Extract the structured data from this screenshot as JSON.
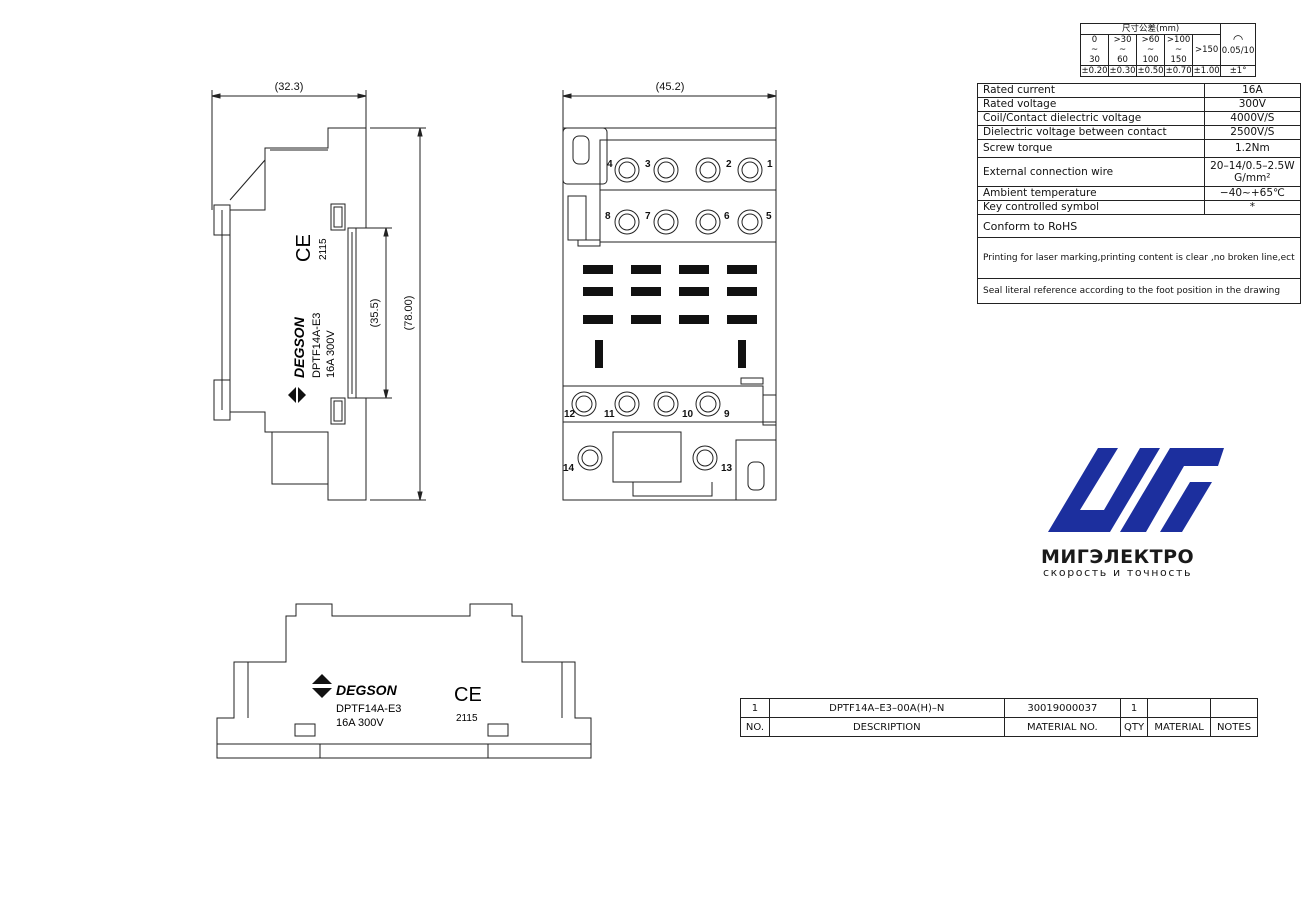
{
  "dimensions": {
    "side_width": "(32.3)",
    "front_width": "(45.2)",
    "inner_height": "(35.5)",
    "total_height": "(78.00)"
  },
  "device": {
    "brand": "DEGSON",
    "model": "DPTF14A-E3",
    "rating": "16A 300V",
    "ce_mark": "CE",
    "date_code": "2115"
  },
  "terminals": {
    "top_row1": [
      "4",
      "3",
      "2",
      "1"
    ],
    "top_row2": [
      "8",
      "7",
      "6",
      "5"
    ],
    "bottom_row1": [
      "12",
      "11",
      "10",
      "9"
    ],
    "bottom_row2": [
      "14",
      "13"
    ]
  },
  "tolerance": {
    "header": "尺寸公差(mm)",
    "ranges": [
      {
        "top": "0",
        "mid": "~",
        "bot": "30",
        "tol": "±0.20"
      },
      {
        "top": ">30",
        "mid": "~",
        "bot": "60",
        "tol": "±0.30"
      },
      {
        "top": ">60",
        "mid": "~",
        "bot": "100",
        "tol": "±0.50"
      },
      {
        "top": ">100",
        "mid": "~",
        "bot": "150",
        "tol": "±0.70"
      },
      {
        "top": ">150",
        "mid": "",
        "bot": "",
        "tol": "±1.00"
      }
    ],
    "flatness": "0.05/10",
    "angle": "±1°"
  },
  "specs": [
    {
      "label": "Rated  current",
      "value": "16A"
    },
    {
      "label": "Rated  voltage",
      "value": "300V"
    },
    {
      "label": "Coil/Contact  dielectric  voltage",
      "value": "4000V/S"
    },
    {
      "label": "Dielectric  voltage  between  contact",
      "value": "2500V/S"
    },
    {
      "label": "Screw  torque",
      "value": "1.2Nm"
    },
    {
      "label": "External  connection  wire",
      "value": "20–14/0.5–2.5W",
      "value2": "G/mm²"
    },
    {
      "label": "Ambient  temperature",
      "value": "−40~+65℃"
    },
    {
      "label": "Key  controlled  symbol",
      "value": "*"
    }
  ],
  "notes": {
    "rohs": "Conform  to  RoHS",
    "laser": "Printing for laser marking,printing content is clear ,no broken line,ect",
    "seal": "Seal literal reference according to the foot position in the drawing"
  },
  "bom": {
    "row": {
      "no": "1",
      "description": "DPTF14A–E3–00A(H)–N",
      "material_no": "30019000037",
      "qty": "1",
      "material": "",
      "notes": ""
    },
    "headers": {
      "no": "NO.",
      "description": "DESCRIPTION",
      "material_no": "MATERIAL  NO.",
      "qty": "QTY",
      "material": "MATERIAL",
      "notes": "NOTES"
    }
  },
  "logo": {
    "name": "МИГЭЛЕКТРО",
    "tagline": "скорость и точность",
    "color": "#1c2f9e"
  }
}
